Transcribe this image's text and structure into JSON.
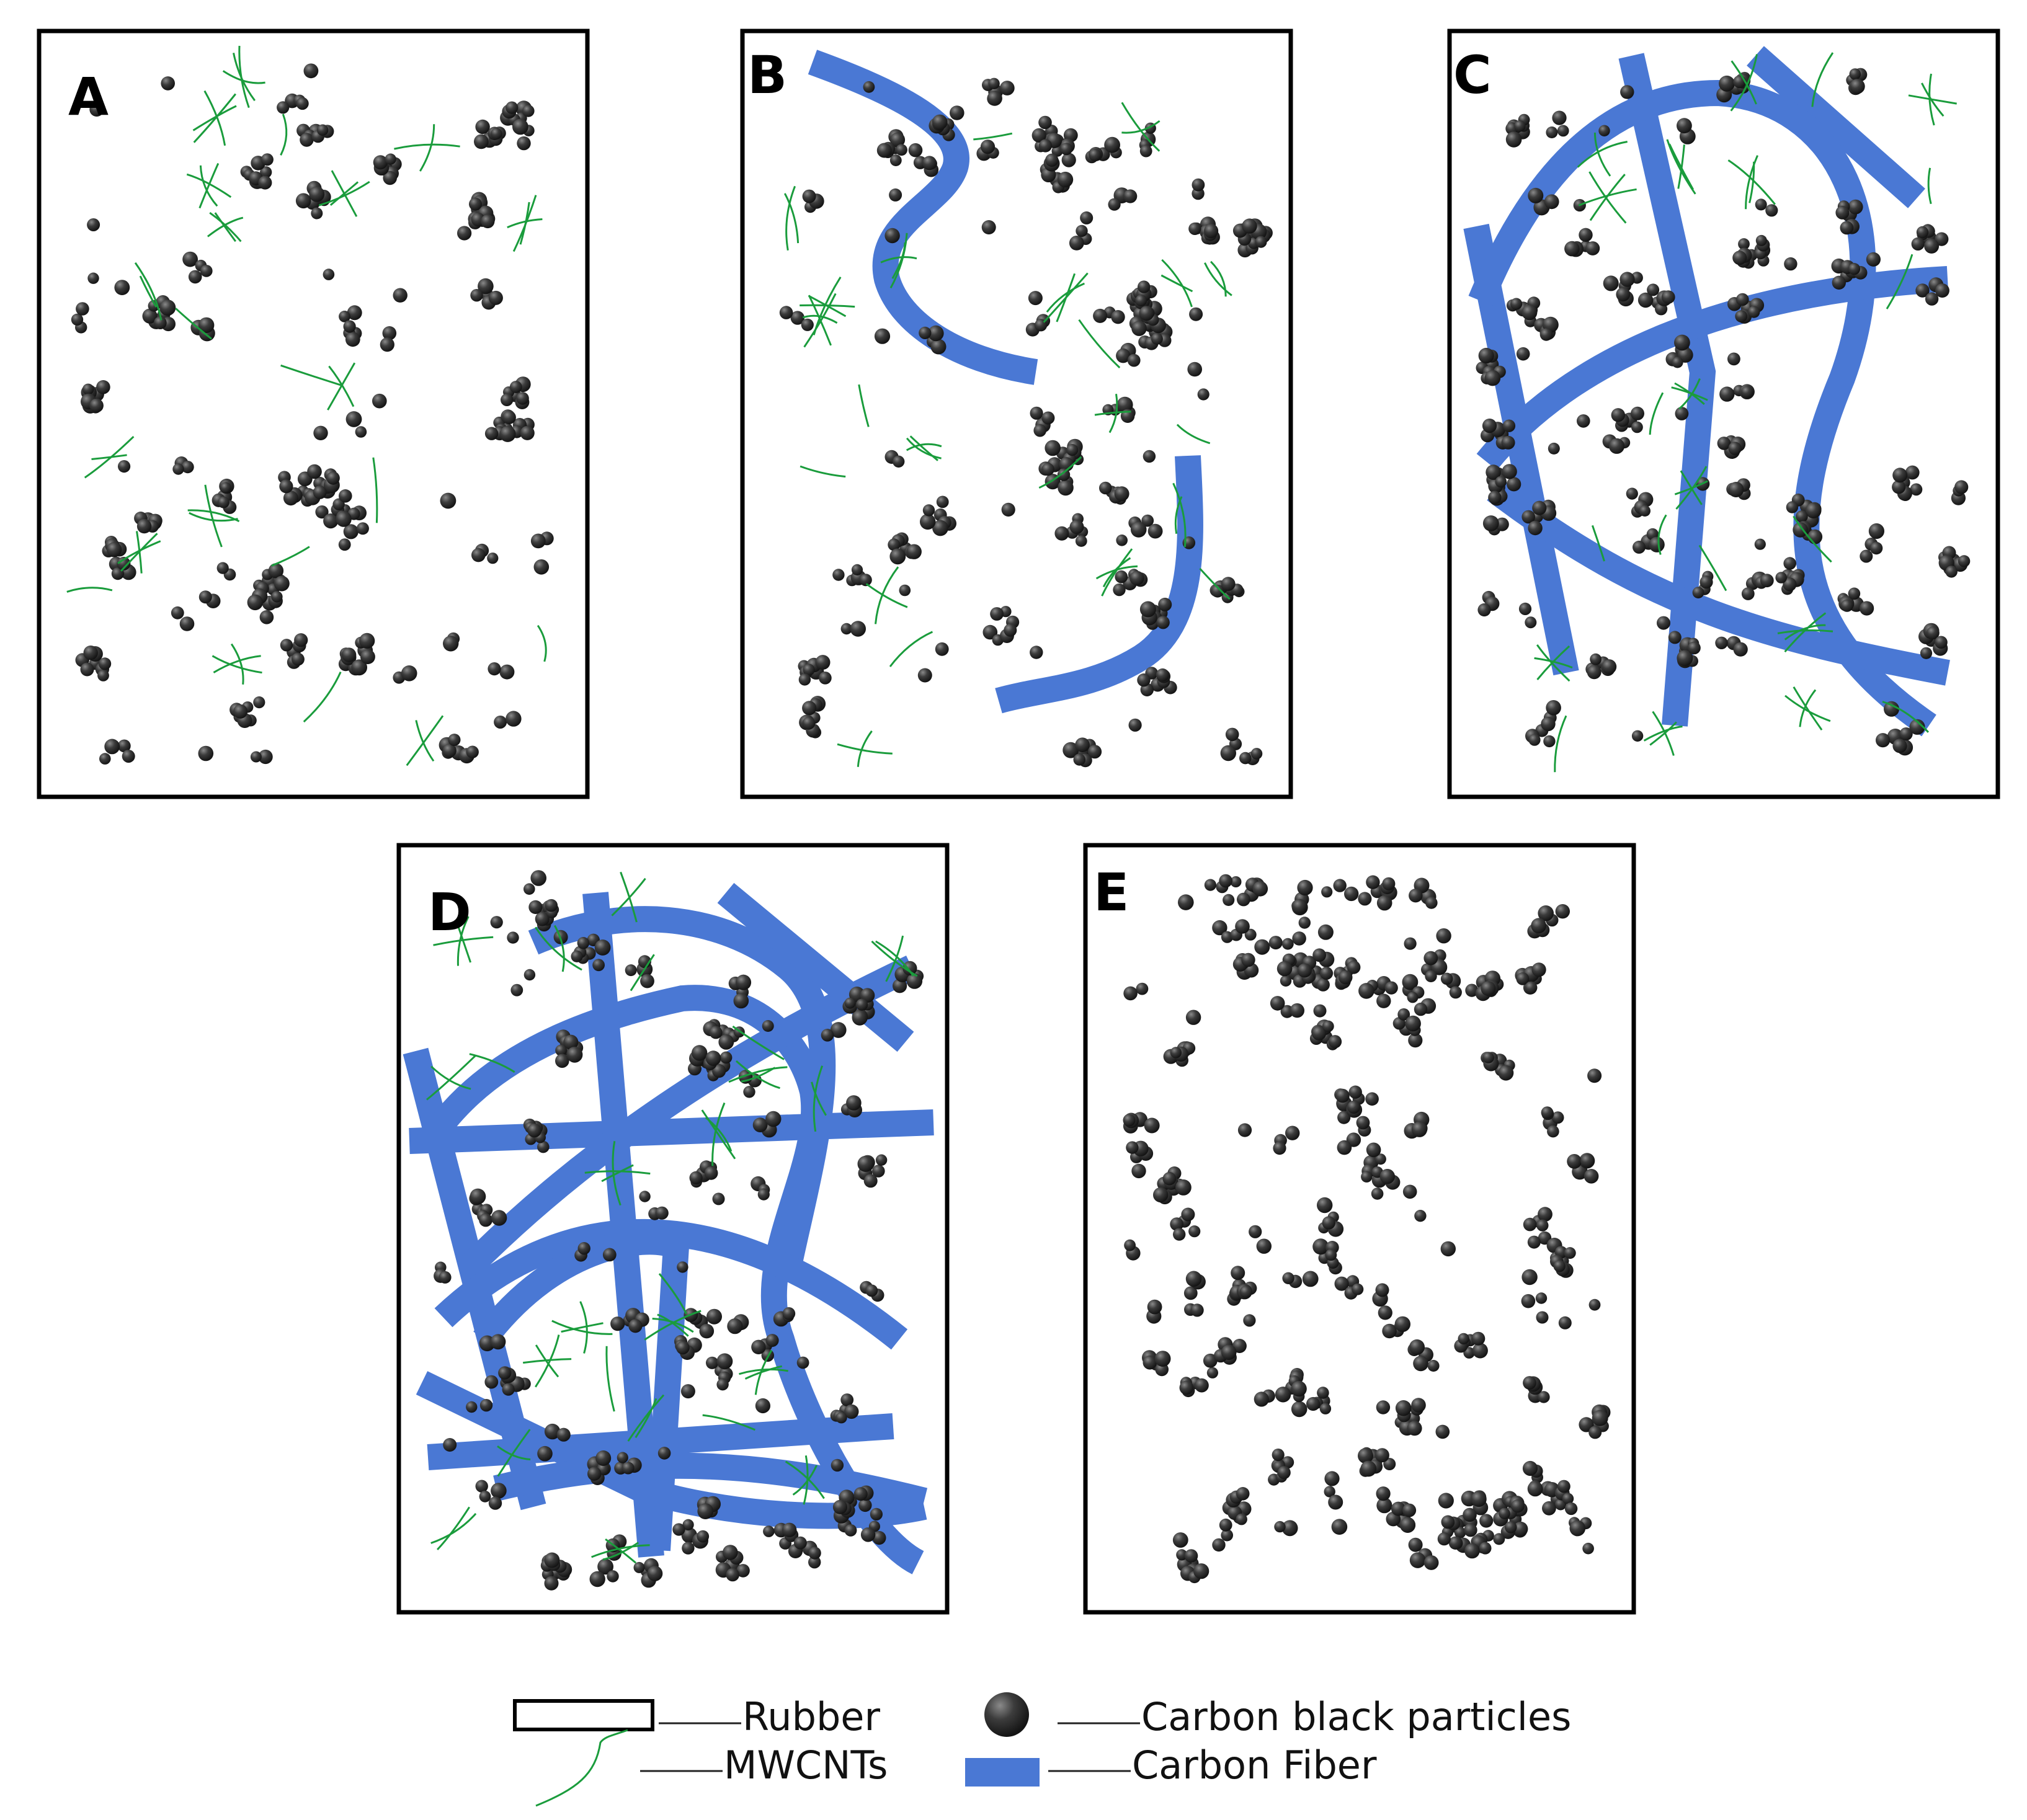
{
  "figure": {
    "panels": [
      {
        "letter": "A",
        "carbon_fiber": "none",
        "mwcnt": true
      },
      {
        "letter": "B",
        "carbon_fiber": "sparse",
        "mwcnt": true
      },
      {
        "letter": "C",
        "carbon_fiber": "network",
        "mwcnt": true
      },
      {
        "letter": "D",
        "carbon_fiber": "dense network",
        "mwcnt": true
      },
      {
        "letter": "E",
        "carbon_fiber": "none",
        "mwcnt": false
      }
    ],
    "colors": {
      "carbon_fiber": "#4a78d4",
      "carbon_black": "#333333",
      "mwcnt": "#1a9c3c",
      "rubber_border": "#000000"
    }
  },
  "legend": {
    "rubber": "Rubber",
    "carbon_black": "Carbon black particles",
    "mwcnt": "MWCNTs",
    "carbon_fiber": "Carbon Fiber"
  }
}
